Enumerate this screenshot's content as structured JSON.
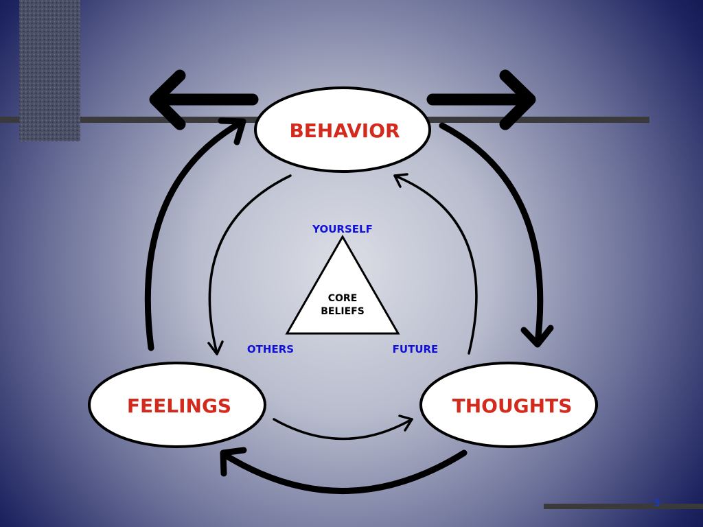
{
  "nodes": {
    "behavior": "BEHAVIOR",
    "feelings": "FEELINGS",
    "thoughts": "THOUGHTS"
  },
  "core": {
    "line1": "CORE",
    "line2": "BELIEFS",
    "yourself": "YOURSELF",
    "others": "OTHERS",
    "future": "FUTURE"
  },
  "page_number": "5",
  "colors": {
    "node_text": "#d42a1e",
    "triad_text": "#1010d8",
    "arrow": "#000000"
  }
}
